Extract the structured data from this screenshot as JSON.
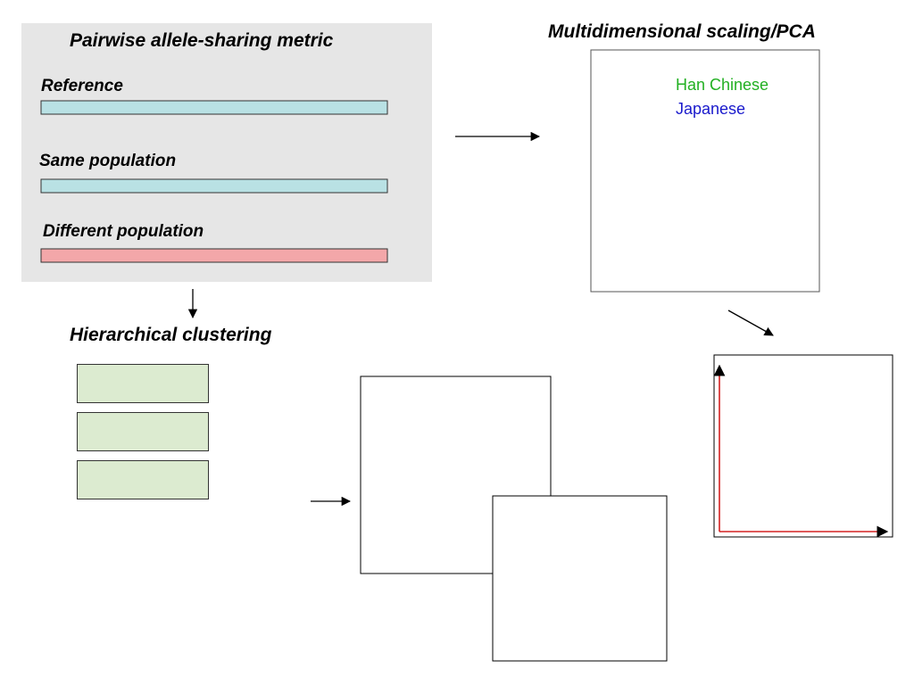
{
  "metric_panel": {
    "title": "Pairwise allele-sharing metric",
    "rows": [
      {
        "label": "Reference",
        "bar_color": "#b9e1e4"
      },
      {
        "label": "Same population",
        "bar_color": "#b9e1e4"
      },
      {
        "label": "Different population",
        "bar_color": "#f3a7a9"
      }
    ]
  },
  "mds_panel": {
    "title": "Multidimensional scaling/PCA",
    "legend": [
      {
        "label": "Han Chinese",
        "color": "#22b022"
      },
      {
        "label": "Japanese",
        "color": "#1a1acc"
      }
    ]
  },
  "clustering_panel": {
    "title": "Hierarchical clustering"
  },
  "colors": {
    "allele_light": "#ffef00",
    "allele_dark": "#2b2f8f",
    "axis_red": "#d42020"
  }
}
